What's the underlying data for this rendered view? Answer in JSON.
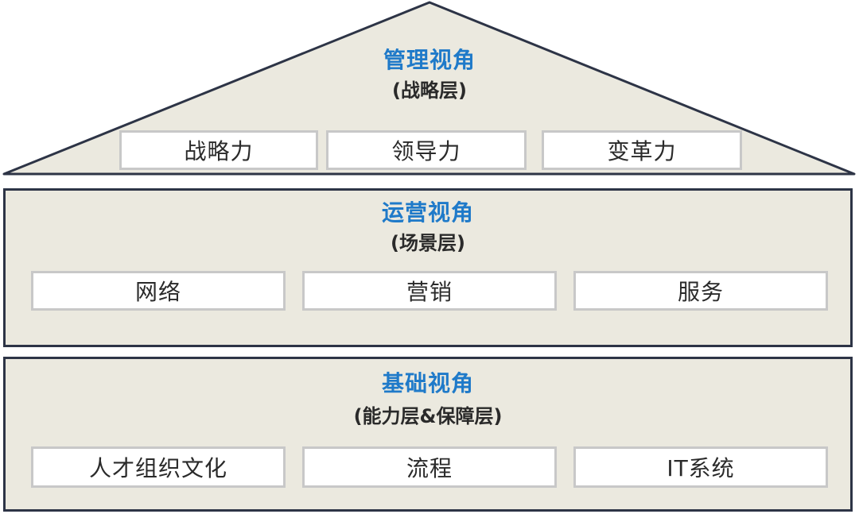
{
  "colors": {
    "fill": "#ebe9df",
    "outline": "#2d3446",
    "title": "#1f7ac9",
    "box_border": "#c8c8c8"
  },
  "roof": {
    "title": "管理视角",
    "subtitle": "(战略层)",
    "items": [
      "战略力",
      "领导力",
      "变革力"
    ]
  },
  "operations": {
    "title": "运营视角",
    "subtitle": "(场景层)",
    "items": [
      "网络",
      "营销",
      "服务"
    ]
  },
  "foundation": {
    "title": "基础视角",
    "subtitle": "(能力层&保障层)",
    "items": [
      "人才组织文化",
      "流程",
      "IT系统"
    ]
  }
}
